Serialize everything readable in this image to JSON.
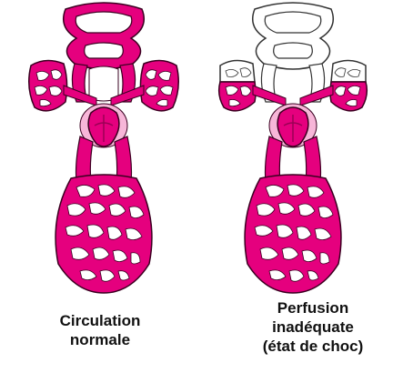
{
  "colors": {
    "vessel_fill": "#e5007e",
    "vessel_dark": "#9b0055",
    "vessel_light": "#f7b6d8",
    "outline": "#3a0020",
    "unperfused_fill": "#ffffff",
    "unperfused_outline": "#333333"
  },
  "panels": [
    {
      "id": "normal",
      "caption": [
        "Circulation",
        "normale"
      ],
      "head_perfused": true,
      "arms_perfused": true
    },
    {
      "id": "shock",
      "caption": [
        "Perfusion",
        "inadéquate",
        "(état de choc)"
      ],
      "head_perfused": false,
      "arms_perfused": "partial"
    }
  ]
}
